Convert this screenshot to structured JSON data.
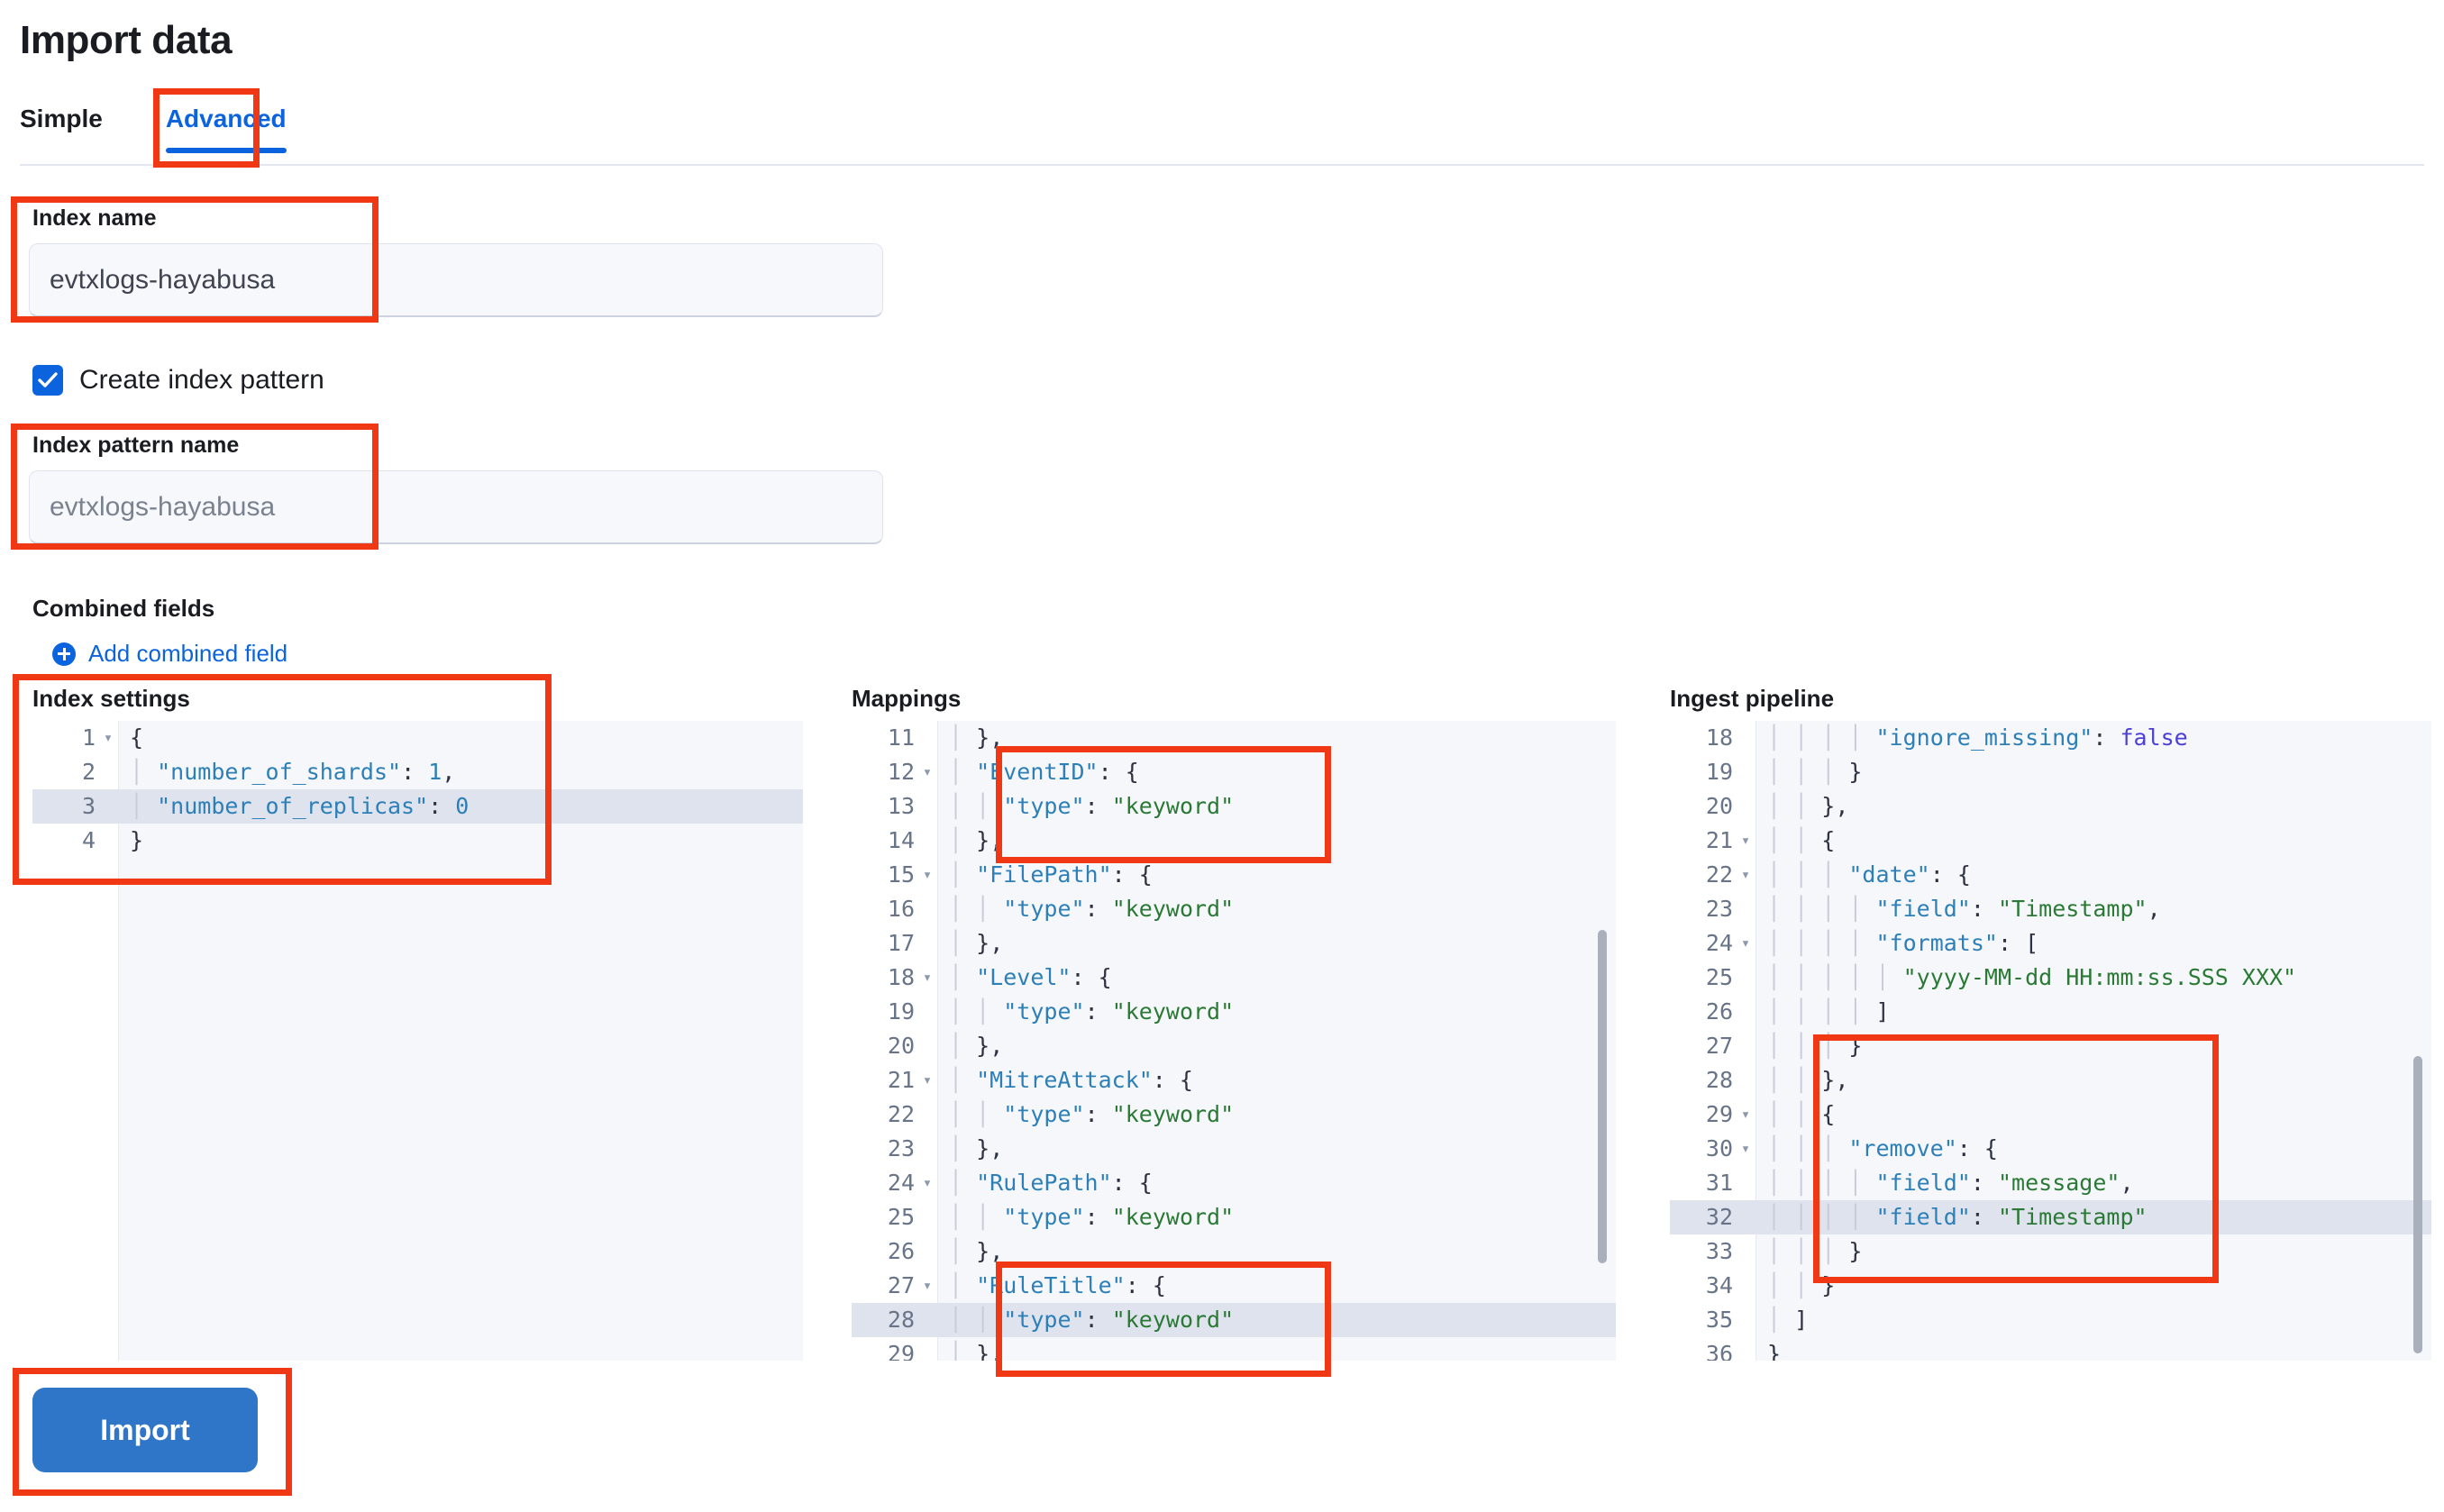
{
  "page": {
    "title": "Import data"
  },
  "tabs": [
    {
      "label": "Simple",
      "active": false
    },
    {
      "label": "Advanced",
      "active": true
    }
  ],
  "form": {
    "index_name": {
      "label": "Index name",
      "value": "evtxlogs-hayabusa"
    },
    "create_index_pattern": {
      "label": "Create index pattern",
      "checked": true
    },
    "index_pattern_name": {
      "label": "Index pattern name",
      "placeholder": "evtxlogs-hayabusa",
      "value": ""
    },
    "combined_fields": {
      "label": "Combined fields",
      "add_link": "Add combined field"
    }
  },
  "editors": {
    "index_settings": {
      "title": "Index settings",
      "first_line": 1,
      "highlighted_line": 3,
      "lines": [
        {
          "n": 1,
          "fold": true,
          "text": "{"
        },
        {
          "n": 2,
          "fold": false,
          "text": "  \"number_of_shards\": 1,"
        },
        {
          "n": 3,
          "fold": false,
          "text": "  \"number_of_replicas\": 0"
        },
        {
          "n": 4,
          "fold": false,
          "text": "}"
        }
      ]
    },
    "mappings": {
      "title": "Mappings",
      "first_line": 11,
      "highlighted_line": 28,
      "lines": [
        {
          "n": 11,
          "fold": false,
          "text": "  },"
        },
        {
          "n": 12,
          "fold": true,
          "text": "  \"EventID\": {"
        },
        {
          "n": 13,
          "fold": false,
          "text": "    \"type\": \"keyword\""
        },
        {
          "n": 14,
          "fold": false,
          "text": "  },"
        },
        {
          "n": 15,
          "fold": true,
          "text": "  \"FilePath\": {"
        },
        {
          "n": 16,
          "fold": false,
          "text": "    \"type\": \"keyword\""
        },
        {
          "n": 17,
          "fold": false,
          "text": "  },"
        },
        {
          "n": 18,
          "fold": true,
          "text": "  \"Level\": {"
        },
        {
          "n": 19,
          "fold": false,
          "text": "    \"type\": \"keyword\""
        },
        {
          "n": 20,
          "fold": false,
          "text": "  },"
        },
        {
          "n": 21,
          "fold": true,
          "text": "  \"MitreAttack\": {"
        },
        {
          "n": 22,
          "fold": false,
          "text": "    \"type\": \"keyword\""
        },
        {
          "n": 23,
          "fold": false,
          "text": "  },"
        },
        {
          "n": 24,
          "fold": true,
          "text": "  \"RulePath\": {"
        },
        {
          "n": 25,
          "fold": false,
          "text": "    \"type\": \"keyword\""
        },
        {
          "n": 26,
          "fold": false,
          "text": "  },"
        },
        {
          "n": 27,
          "fold": true,
          "text": "  \"RuleTitle\": {"
        },
        {
          "n": 28,
          "fold": false,
          "text": "    \"type\": \"keyword\""
        },
        {
          "n": 29,
          "fold": false,
          "text": "  },"
        }
      ]
    },
    "ingest_pipeline": {
      "title": "Ingest pipeline",
      "first_line": 18,
      "highlighted_line": 32,
      "lines": [
        {
          "n": 18,
          "fold": false,
          "text": "        \"ignore_missing\": false"
        },
        {
          "n": 19,
          "fold": false,
          "text": "      }"
        },
        {
          "n": 20,
          "fold": false,
          "text": "    },"
        },
        {
          "n": 21,
          "fold": true,
          "text": "    {"
        },
        {
          "n": 22,
          "fold": true,
          "text": "      \"date\": {"
        },
        {
          "n": 23,
          "fold": false,
          "text": "        \"field\": \"Timestamp\","
        },
        {
          "n": 24,
          "fold": true,
          "text": "        \"formats\": ["
        },
        {
          "n": 25,
          "fold": false,
          "text": "          \"yyyy-MM-dd HH:mm:ss.SSS XXX\""
        },
        {
          "n": 26,
          "fold": false,
          "text": "        ]"
        },
        {
          "n": 27,
          "fold": false,
          "text": "      }"
        },
        {
          "n": 28,
          "fold": false,
          "text": "    },"
        },
        {
          "n": 29,
          "fold": true,
          "text": "    {"
        },
        {
          "n": 30,
          "fold": true,
          "text": "      \"remove\": {"
        },
        {
          "n": 31,
          "fold": false,
          "text": "        \"field\": \"message\","
        },
        {
          "n": 32,
          "fold": false,
          "text": "        \"field\": \"Timestamp\""
        },
        {
          "n": 33,
          "fold": false,
          "text": "      }"
        },
        {
          "n": 34,
          "fold": false,
          "text": "    }"
        },
        {
          "n": 35,
          "fold": false,
          "text": "  ]"
        },
        {
          "n": 36,
          "fold": false,
          "text": "}"
        }
      ]
    }
  },
  "actions": {
    "import_label": "Import"
  },
  "colors": {
    "accent": "#0b64dd",
    "annotation": "#f03914",
    "button": "#2f76c8",
    "string": "#2a7a35",
    "key": "#2d7fb8",
    "boolean": "#4b3fd6"
  }
}
